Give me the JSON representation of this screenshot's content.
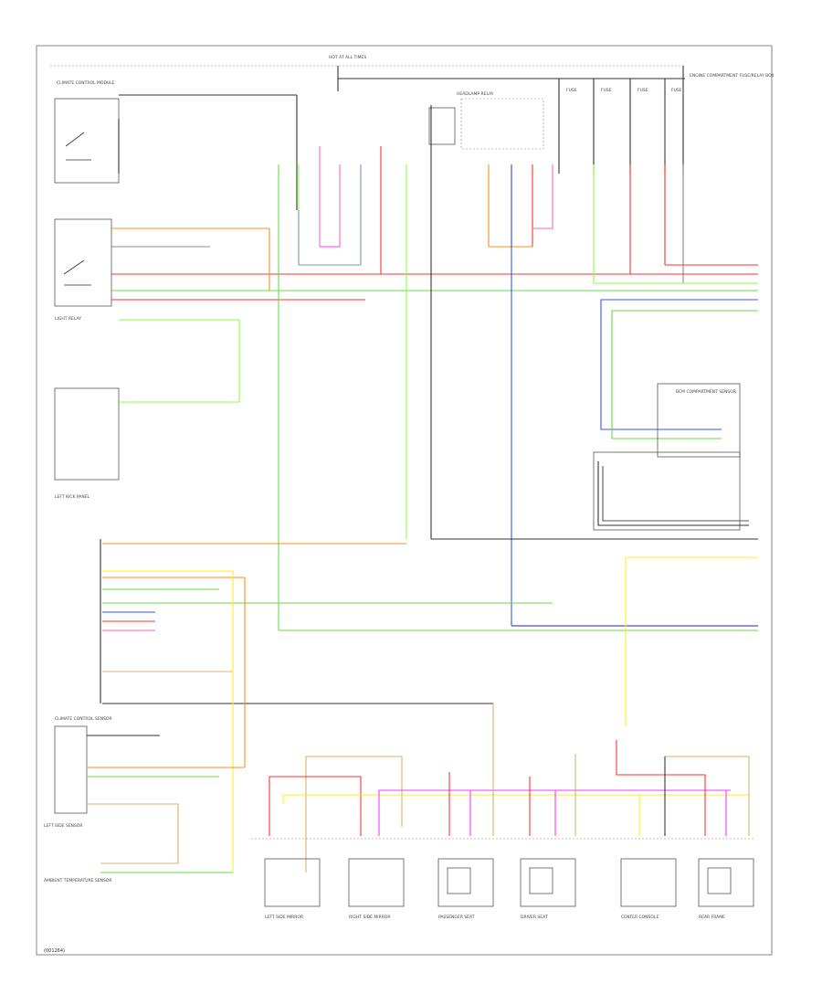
{
  "diagram": {
    "reference_code": "(001264)",
    "components": {
      "top_fuse_label": "HOT AT ALL TIMES",
      "climate_control": "CLIMATE CONTROL MODULE",
      "lighting_relay": "LIGHT RELAY",
      "headlamp_relay": "HEADLAMP RELAY",
      "engine_relay": "ENGINE COMPARTMENT FUSE/RELAY BOX",
      "left_kickpanel": "LEFT KICK PANEL",
      "right_module": "BCM COMPARTMENT SENSOR",
      "climate_sensor": "CLIMATE CONTROL SENSOR",
      "ambient_sensor": "AMBIENT TEMPERATURE SENSOR",
      "sensor_left": "LEFT SIDE SENSOR",
      "bottom_1": "LEFT SIDE MIRROR",
      "bottom_2": "RIGHT SIDE MIRROR",
      "bottom_3": "PASSENGER SEAT",
      "bottom_4": "DRIVER SEAT",
      "bottom_5": "CENTER CONSOLE",
      "bottom_6": "REAR FRAME"
    },
    "wire_colors": {
      "orange": "#ff8c1a",
      "pink": "#ff66b3",
      "magenta": "#ff33ff",
      "red": "#ff3333",
      "green": "#66dd44",
      "light_green": "#88ff44",
      "blue": "#3355ff",
      "navy": "#2222cc",
      "yellow": "#ffee22",
      "tan": "#d9b36b",
      "gray": "#888888",
      "black": "#333333",
      "dark_gray": "#555555",
      "slate": "#7799bb"
    }
  }
}
